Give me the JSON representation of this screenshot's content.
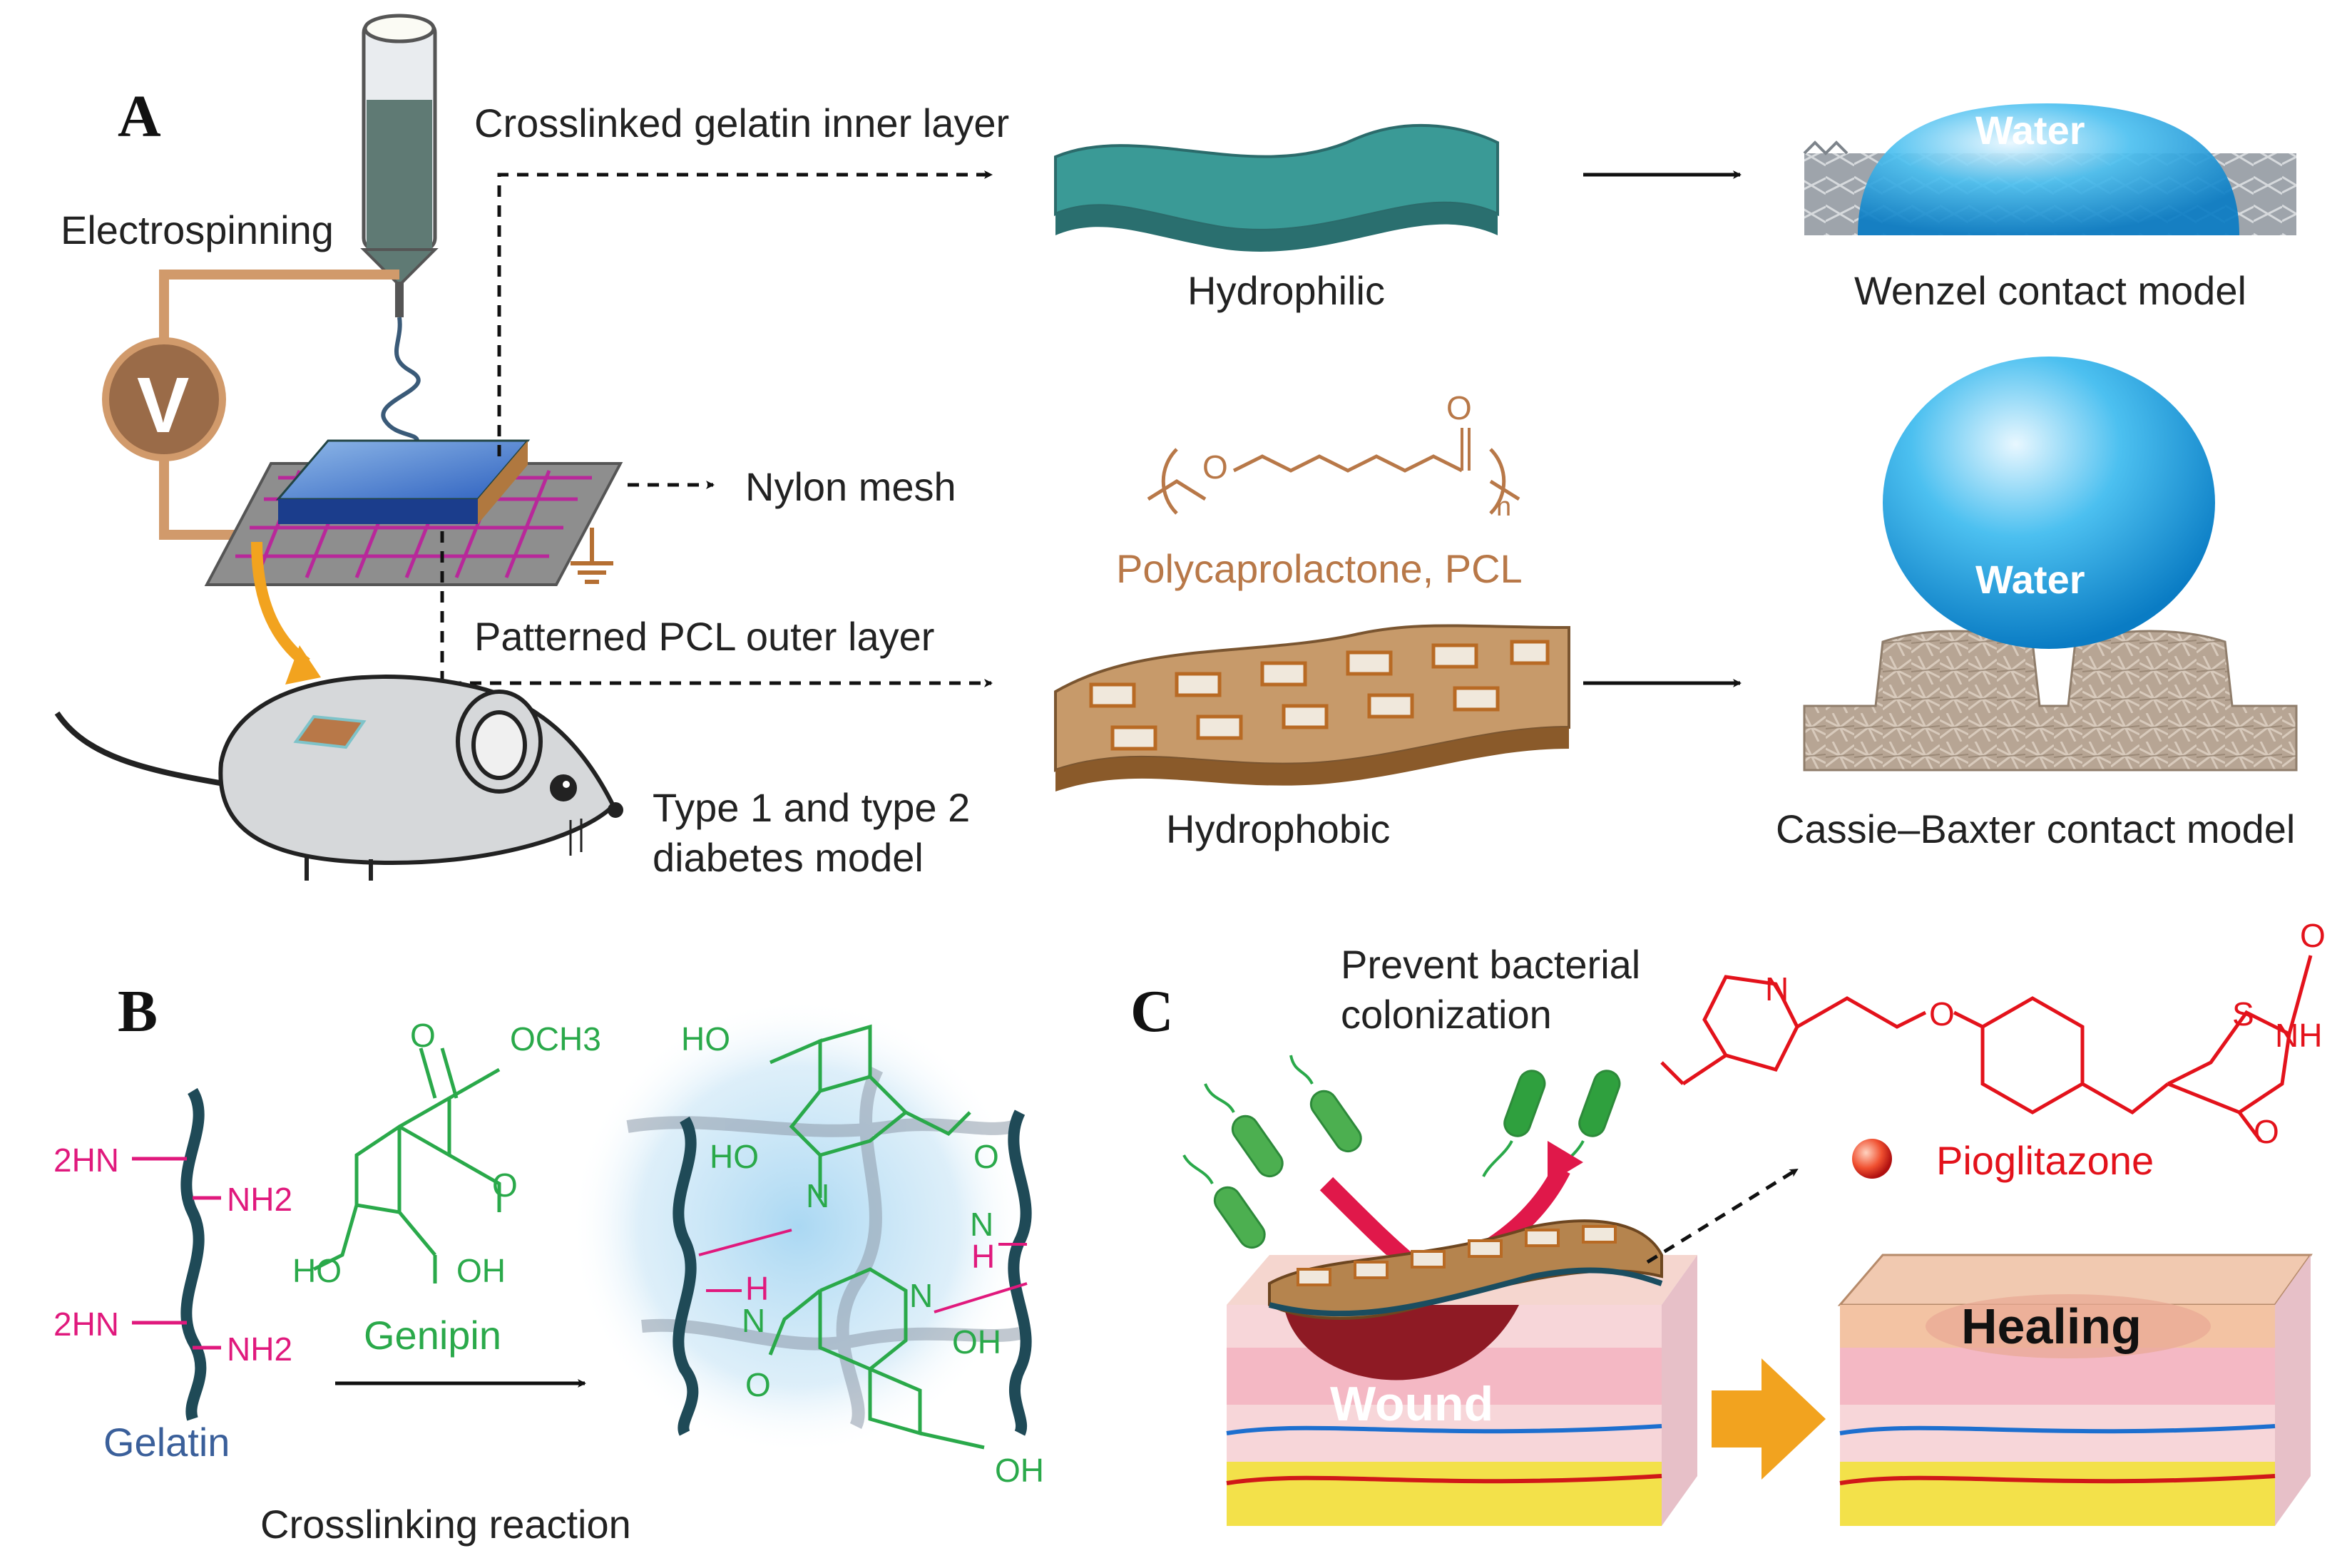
{
  "panels": {
    "a": "A",
    "b": "B",
    "c": "C"
  },
  "panel_a": {
    "electrospinning": "Electrospinning",
    "voltage": "V",
    "inner_layer": "Crosslinked gelatin inner layer",
    "nylon_mesh": "Nylon mesh",
    "outer_layer": "Patterned PCL outer layer",
    "diabetes_line1": "Type 1 and type 2",
    "diabetes_line2": "diabetes model",
    "hydrophilic": "Hydrophilic",
    "hydrophobic": "Hydrophobic",
    "pcl_name": "Polycaprolactone, PCL",
    "pcl_o_ring": "O",
    "pcl_o_carbonyl": "O",
    "pcl_n": "n",
    "water_top": "Water",
    "water_bottom": "Water",
    "wenzel": "Wenzel contact model",
    "cassie": "Cassie–Baxter contact model"
  },
  "panel_b": {
    "gelatin": "Gelatin",
    "genipin": "Genipin",
    "crosslinking": "Crosslinking reaction",
    "hn2_a": "2HN",
    "hn2_b": "2HN",
    "nh2_a": "NH2",
    "nh2_b": "NH2",
    "och3": "OCH3",
    "o_carbonyl": "O",
    "o_ring": "O",
    "ho_gen": "HO",
    "oh_gen": "OH",
    "ho_prod1": "HO",
    "ho_prod2": "HO",
    "n_prod1": "N",
    "nh_prod1": "N",
    "h_prod1": "H",
    "o_prod1": "O",
    "nh_prod2": "N",
    "h_prod2": "H",
    "n_prod2": "N",
    "oh_prod2": "OH",
    "o_prod2": "O",
    "oh_prod3": "OH"
  },
  "panel_c": {
    "prevent_line1": "Prevent bacterial",
    "prevent_line2": "colonization",
    "wound": "Wound",
    "healing": "Healing",
    "pioglitazone": "Pioglitazone",
    "n_pyr": "N",
    "o_ether": "O",
    "s_ring": "S",
    "nh_ring": "NH",
    "o_top": "O",
    "o_bottom": "O"
  },
  "colors": {
    "magenta": "#e0197d",
    "green": "#2aa94a",
    "red": "#e3121b",
    "brown": "#b87848",
    "navy": "#1f4a57",
    "water_blue": "#1ea5e0",
    "teal": "#3a9a96"
  }
}
